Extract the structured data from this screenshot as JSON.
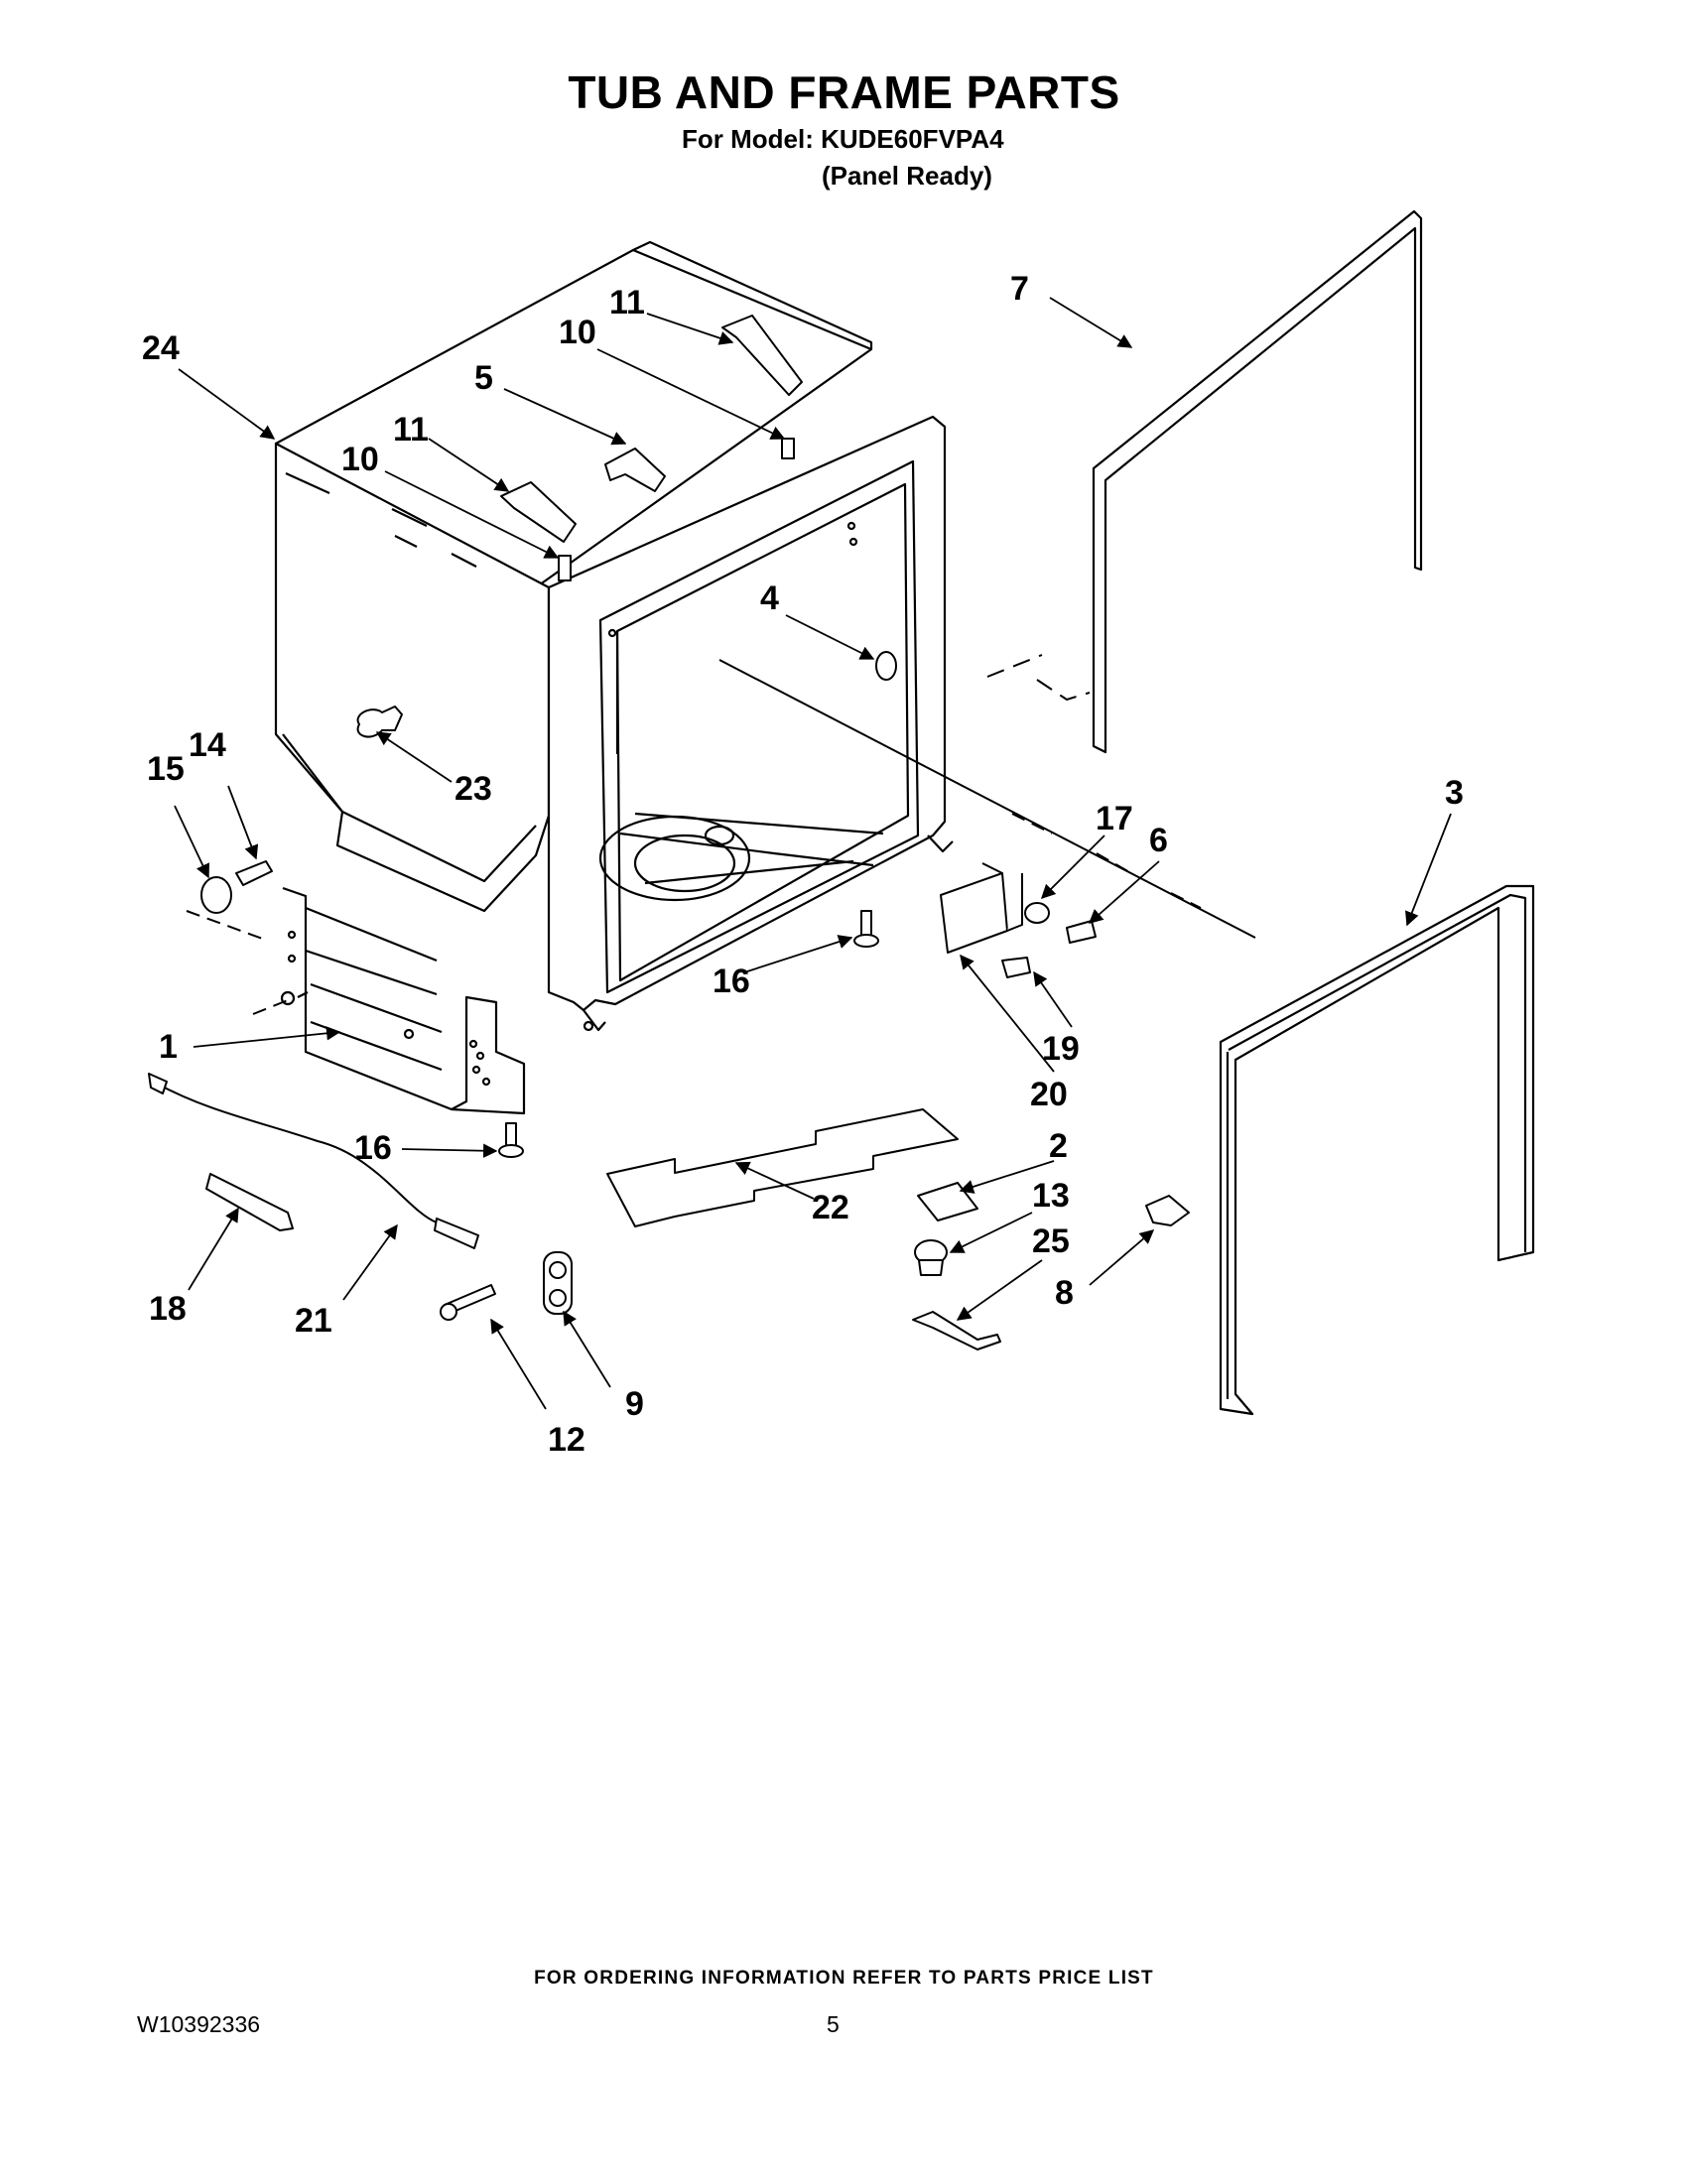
{
  "header": {
    "title": "TUB AND FRAME PARTS",
    "model_line": "For Model: KUDE60FVPA4",
    "variant": "(Panel Ready)"
  },
  "callouts": [
    {
      "id": "24",
      "label": "24"
    },
    {
      "id": "11a",
      "label": "11"
    },
    {
      "id": "10a",
      "label": "10"
    },
    {
      "id": "5",
      "label": "5"
    },
    {
      "id": "11b",
      "label": "11"
    },
    {
      "id": "10b",
      "label": "10"
    },
    {
      "id": "7",
      "label": "7"
    },
    {
      "id": "4",
      "label": "4"
    },
    {
      "id": "23",
      "label": "23"
    },
    {
      "id": "14",
      "label": "14"
    },
    {
      "id": "15",
      "label": "15"
    },
    {
      "id": "3",
      "label": "3"
    },
    {
      "id": "17",
      "label": "17"
    },
    {
      "id": "6",
      "label": "6"
    },
    {
      "id": "16a",
      "label": "16"
    },
    {
      "id": "19",
      "label": "19"
    },
    {
      "id": "20",
      "label": "20"
    },
    {
      "id": "1",
      "label": "1"
    },
    {
      "id": "16b",
      "label": "16"
    },
    {
      "id": "2",
      "label": "2"
    },
    {
      "id": "22",
      "label": "22"
    },
    {
      "id": "13",
      "label": "13"
    },
    {
      "id": "25",
      "label": "25"
    },
    {
      "id": "8",
      "label": "8"
    },
    {
      "id": "18",
      "label": "18"
    },
    {
      "id": "21",
      "label": "21"
    },
    {
      "id": "9",
      "label": "9"
    },
    {
      "id": "12",
      "label": "12"
    }
  ],
  "footer": {
    "ordering_note": "FOR ORDERING INFORMATION REFER TO PARTS PRICE LIST",
    "document_number": "W10392336",
    "page_number": "5"
  }
}
